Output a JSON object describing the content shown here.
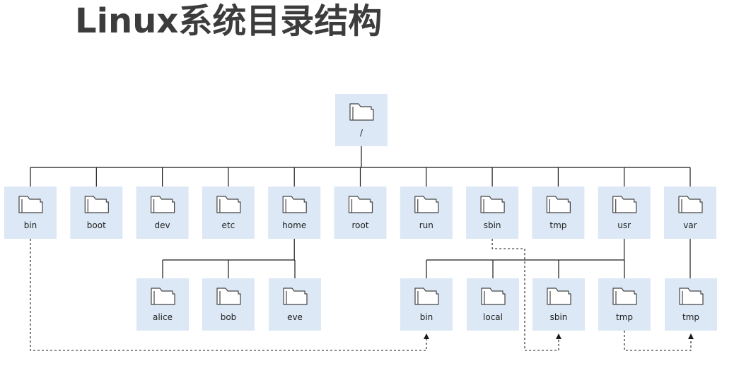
{
  "page": {
    "title": "Linux系统目录结构"
  },
  "colors": {
    "box_fill": "#dce8f5",
    "line": "#1a1a1a",
    "folder_stroke": "#444444"
  },
  "tree": {
    "root": {
      "id": "root-dir",
      "label": "/"
    },
    "level1": [
      {
        "id": "bin",
        "label": "bin"
      },
      {
        "id": "boot",
        "label": "boot"
      },
      {
        "id": "dev",
        "label": "dev"
      },
      {
        "id": "etc",
        "label": "etc"
      },
      {
        "id": "home",
        "label": "home"
      },
      {
        "id": "root",
        "label": "root"
      },
      {
        "id": "run",
        "label": "run"
      },
      {
        "id": "sbin",
        "label": "sbin"
      },
      {
        "id": "tmp",
        "label": "tmp"
      },
      {
        "id": "usr",
        "label": "usr"
      },
      {
        "id": "var",
        "label": "var"
      }
    ],
    "level2": [
      {
        "id": "alice",
        "label": "alice",
        "parent": "home"
      },
      {
        "id": "bob",
        "label": "bob",
        "parent": "home"
      },
      {
        "id": "eve",
        "label": "eve",
        "parent": "home"
      },
      {
        "id": "usr-bin",
        "label": "bin",
        "parent": "usr"
      },
      {
        "id": "usr-local",
        "label": "local",
        "parent": "usr"
      },
      {
        "id": "usr-sbin",
        "label": "sbin",
        "parent": "usr"
      },
      {
        "id": "usr-tmp",
        "label": "tmp",
        "parent": "usr"
      },
      {
        "id": "var-tmp",
        "label": "tmp",
        "parent": "var"
      }
    ],
    "links": [
      {
        "from": "bin",
        "to": "usr-bin"
      },
      {
        "from": "sbin",
        "to": "usr-sbin"
      },
      {
        "from": "usr-tmp",
        "to": "var-tmp"
      }
    ]
  }
}
